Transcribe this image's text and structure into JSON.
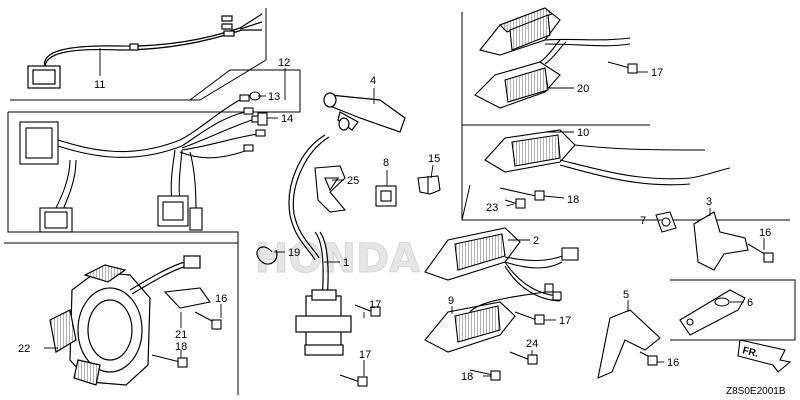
{
  "diagram": {
    "code": "Z8S0E2001B",
    "direction_label": "FR.",
    "callouts": [
      "11",
      "12",
      "13",
      "14",
      "4",
      "8",
      "15",
      "25",
      "1",
      "19",
      "17",
      "17",
      "17",
      "20",
      "10",
      "18",
      "23",
      "7",
      "3",
      "16",
      "2",
      "9",
      "17",
      "5",
      "6",
      "24",
      "16",
      "18",
      "22",
      "16",
      "21",
      "18"
    ]
  },
  "colors": {
    "line": "#000000",
    "fill": "#ffffff",
    "shade": "#9a9a9a",
    "watermark": "#dcdcdc"
  }
}
